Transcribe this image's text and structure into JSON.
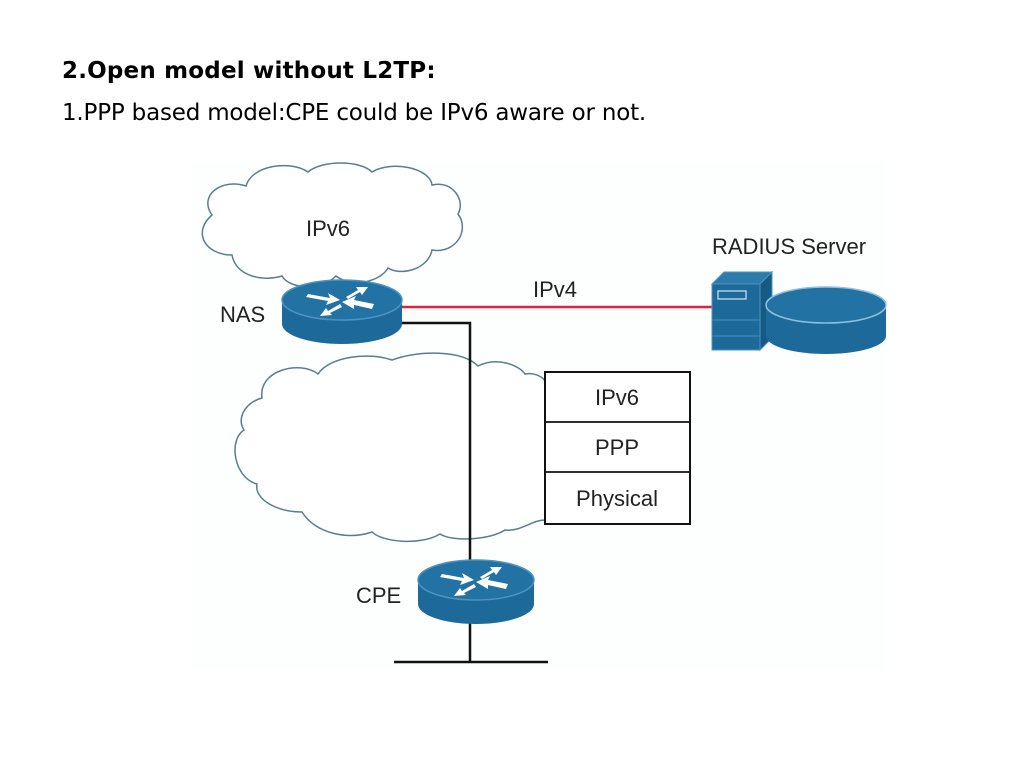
{
  "slide": {
    "title": "2.Open model without L2TP:",
    "subtitle": "1.PPP based model:CPE could be IPv6 aware or not."
  },
  "diagram": {
    "clouds": [
      {
        "id": "ipv6-cloud",
        "label": "IPv6"
      },
      {
        "id": "access-cloud",
        "label": ""
      }
    ],
    "devices": [
      {
        "id": "nas-router",
        "type": "router",
        "label": "NAS"
      },
      {
        "id": "radius-server",
        "type": "server",
        "label": "RADIUS Server"
      },
      {
        "id": "cpe-router",
        "type": "router",
        "label": "CPE"
      }
    ],
    "links": [
      {
        "from": "NAS",
        "to": "RADIUS Server",
        "label": "IPv4",
        "color": "#d7263d"
      },
      {
        "from": "NAS",
        "to": "CPE",
        "label": "",
        "color": "#000000"
      }
    ],
    "protocol_stack": [
      "IPv6",
      "PPP",
      "Physical"
    ],
    "colors": {
      "device_blue": "#1d6a9a",
      "device_edge": "#4b93c0",
      "cloud_stroke": "#5a7d8f",
      "ipv4_link": "#d7263d"
    }
  }
}
